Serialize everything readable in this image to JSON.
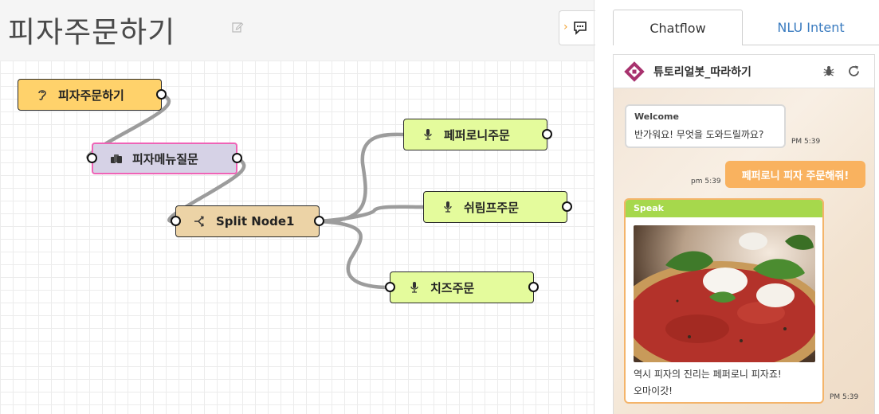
{
  "editor": {
    "title": "피자주문하기",
    "edit_icon": "edit-icon",
    "chat_toggle_icon": "chat-bubble-icon"
  },
  "nodes": {
    "start": {
      "label": "피자주문하기",
      "icon": "ear-icon"
    },
    "menu": {
      "label": "피자메뉴질문",
      "icon": "chat-stack-icon"
    },
    "split": {
      "label": "Split Node1",
      "icon": "split-icon"
    },
    "pepperoni": {
      "label": "페퍼로니주문",
      "icon": "microphone-icon"
    },
    "shrimp": {
      "label": "쉬림프주문",
      "icon": "microphone-icon"
    },
    "cheese": {
      "label": "치즈주문",
      "icon": "microphone-icon"
    }
  },
  "tabs": [
    {
      "label": "Chatflow",
      "active": true
    },
    {
      "label": "NLU Intent",
      "active": false
    }
  ],
  "chat": {
    "bot_name": "튜토리얼봇_따라하기",
    "header_icons": [
      "bug-icon",
      "refresh-icon"
    ],
    "messages": {
      "welcome": {
        "title": "Welcome",
        "text": "반가워요! 무엇을 도와드릴까요?",
        "time": "PM 5:39"
      },
      "user": {
        "text": "페퍼로니 피자 주문해줘!",
        "time": "pm 5:39"
      },
      "speak": {
        "label": "Speak",
        "line1": "역시 피자의 진리는 페퍼로니 피자죠!",
        "line2": "오마이갓!",
        "time": "PM 5:39"
      }
    }
  },
  "colors": {
    "start_node": "#ffd26b",
    "menu_node": "#d6d2e6",
    "menu_node_border": "#ef63b6",
    "split_node": "#ecd3a6",
    "leaf_node": "#e4fb9c",
    "user_bubble": "#f9b25f",
    "speak_header": "#a6d84c",
    "tab_link": "#3b7cc0"
  }
}
